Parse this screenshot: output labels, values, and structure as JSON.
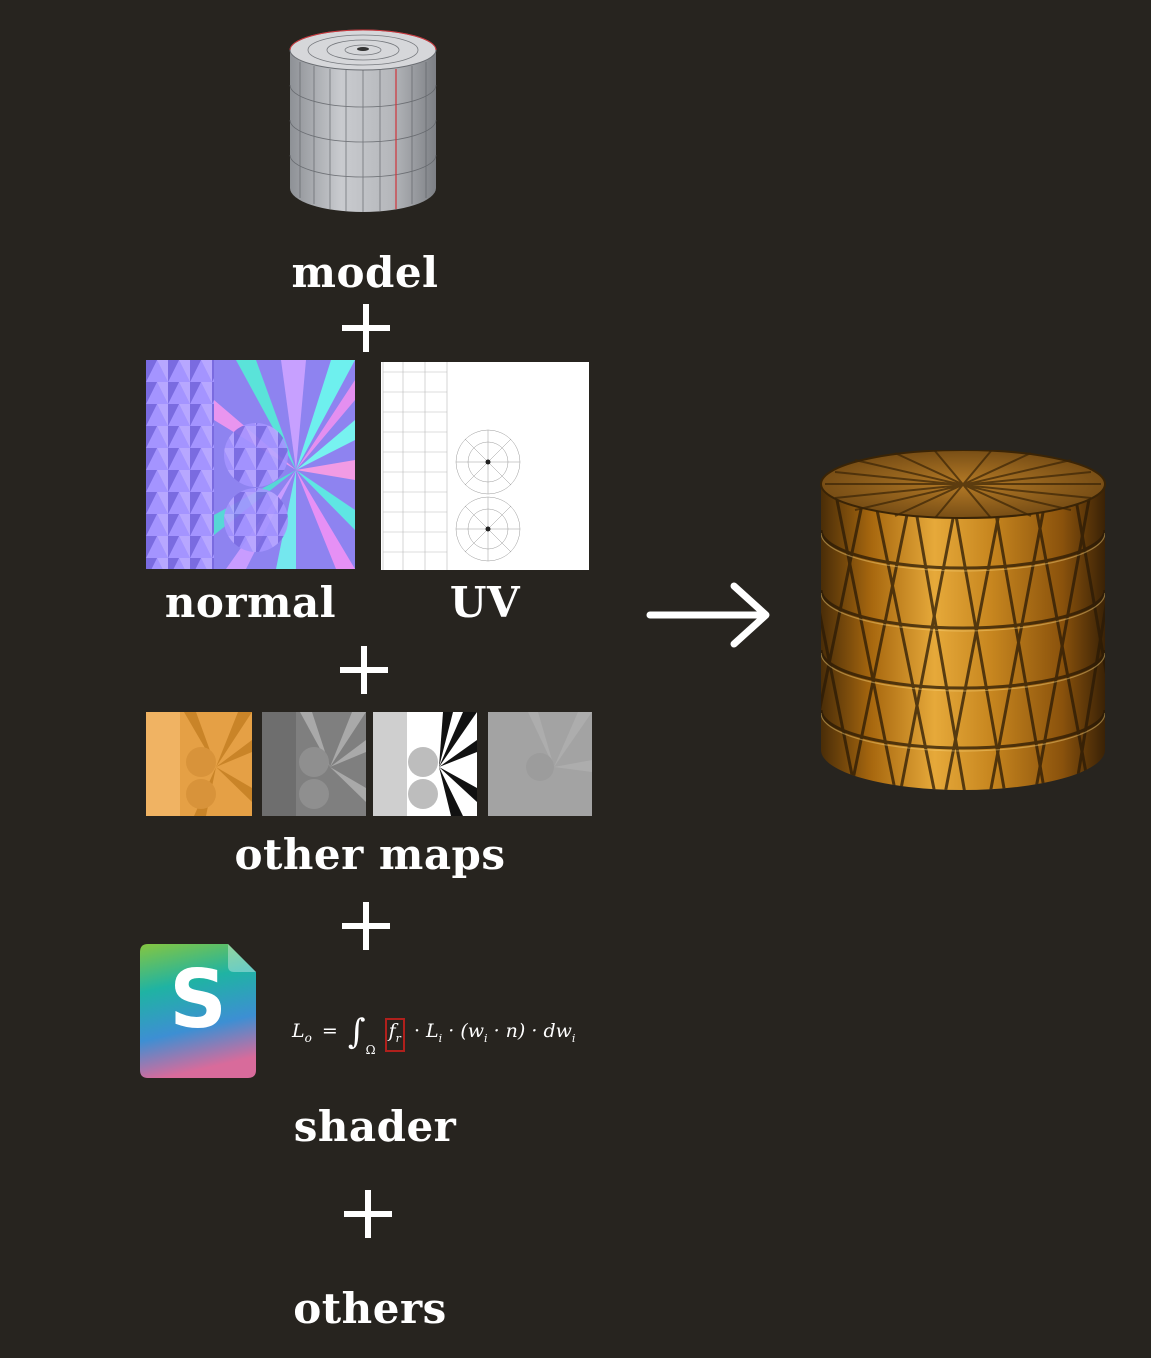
{
  "labels": {
    "model": "model",
    "normal": "normal",
    "uv": "UV",
    "other_maps": "other maps",
    "shader": "shader",
    "others": "others"
  },
  "shader_app_letter": "S",
  "formula": {
    "lhs": "L",
    "lhs_sub": "o",
    "equals": "=",
    "integral_sub": "Ω",
    "brdf": "f",
    "brdf_sub": "r",
    "li": "L",
    "li_sub": "i",
    "rest": "· (w",
    "rest_sub": "i",
    "rest2": "· n) · dw",
    "rest2_sub": "i",
    "dot": "·"
  },
  "icons": [
    "plus-icon",
    "right-arrow-icon",
    "shader-app-icon",
    "cylinder-icon"
  ],
  "colors": {
    "background": "#27241f",
    "text": "#ffffff",
    "brdf_highlight": "#b0201c",
    "gold": "#c8861c",
    "normal_purple": "#8a7cf0"
  }
}
